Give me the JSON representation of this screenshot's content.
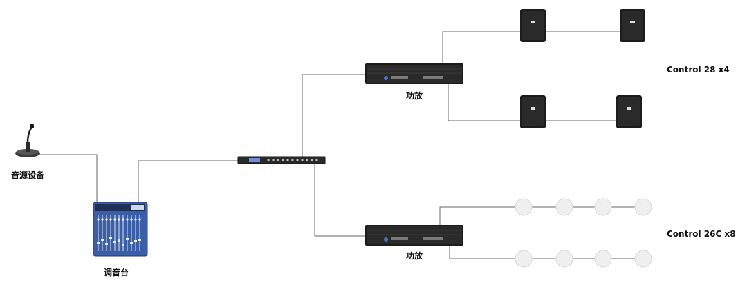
{
  "labels": {
    "source": "音源设备",
    "mixer": "调音台",
    "amp_top": "功放",
    "amp_bottom": "功放",
    "group_top": "Control 28 x4",
    "group_bottom": "Control 26C x8"
  },
  "colors": {
    "wire": "#666666",
    "device_dark": "#1c1c1c",
    "device_face": "#2a2a2a",
    "mixer_blue": "#3b5fa6",
    "ceiling_speaker": "#e9e9e9"
  },
  "icons": {
    "microphone": "gooseneck-microphone-icon",
    "mixer": "mixer-console-icon",
    "processor": "rack-processor-icon",
    "amplifier": "rack-amplifier-icon",
    "wall_speaker": "wall-speaker-icon",
    "ceiling_speaker": "ceiling-speaker-icon"
  }
}
